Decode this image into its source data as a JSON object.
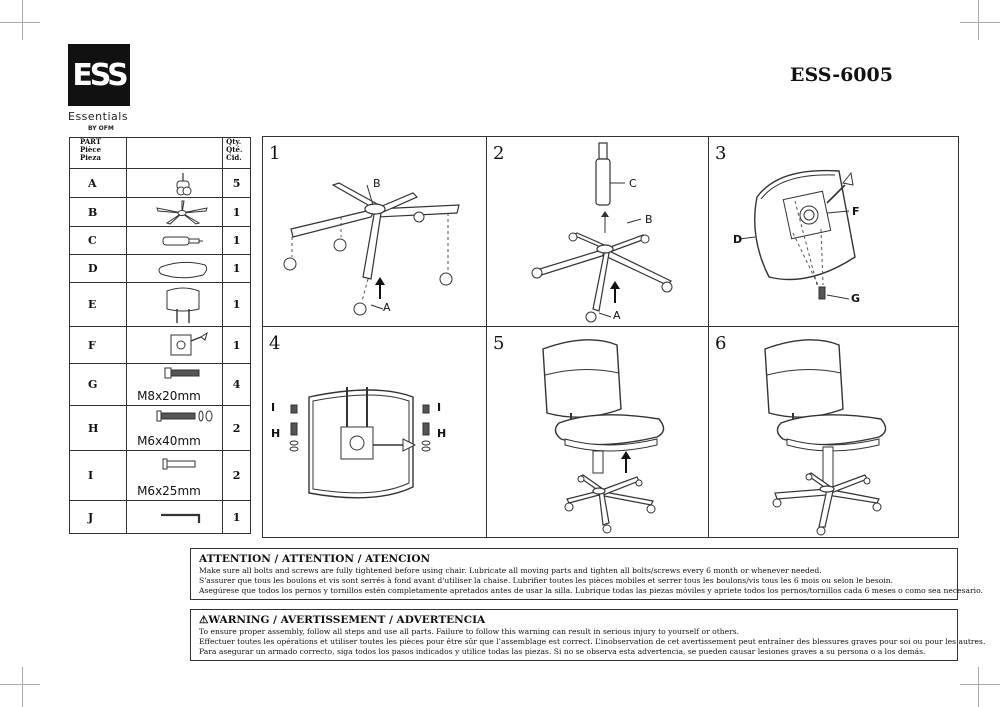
{
  "brand": {
    "logo_text": "ESS",
    "name": "Essentials",
    "by": "BY OFM"
  },
  "model": "ESS-6005",
  "parts_table": {
    "headers": {
      "part": [
        "PART",
        "Pièce",
        "Pieza"
      ],
      "qty": [
        "Qty.",
        "Qté.",
        "Cid."
      ]
    },
    "rows": [
      {
        "id": "A",
        "qty": "5",
        "size": ""
      },
      {
        "id": "B",
        "qty": "1",
        "size": ""
      },
      {
        "id": "C",
        "qty": "1",
        "size": ""
      },
      {
        "id": "D",
        "qty": "1",
        "size": ""
      },
      {
        "id": "E",
        "qty": "1",
        "size": ""
      },
      {
        "id": "F",
        "qty": "1",
        "size": ""
      },
      {
        "id": "G",
        "qty": "4",
        "size": "M8x20mm"
      },
      {
        "id": "H",
        "qty": "2",
        "size": "M6x40mm"
      },
      {
        "id": "I",
        "qty": "2",
        "size": "M6x25mm"
      },
      {
        "id": "J",
        "qty": "1",
        "size": ""
      }
    ]
  },
  "steps": [
    {
      "number": "1",
      "labels": [
        "B",
        "A"
      ]
    },
    {
      "number": "2",
      "labels": [
        "C",
        "B",
        "A"
      ]
    },
    {
      "number": "3",
      "labels": [
        "D",
        "F",
        "G"
      ]
    },
    {
      "number": "4",
      "labels": [
        "I",
        "I",
        "H",
        "H"
      ]
    },
    {
      "number": "5",
      "labels": []
    },
    {
      "number": "6",
      "labels": []
    }
  ],
  "attention": {
    "title": "ATTENTION / ATTENTION / ATENCION",
    "lines": [
      "Make sure all bolts and screws are fully tightened before using chair. Lubricate all moving parts and tighten all bolts/screws every 6 month or whenever needed.",
      "S'assurer que tous les boulons et vis sont serrés à fond avant d'utiliser la chaise. Lubrifier toutes les pièces mobiles et serrer tous les boulons/vis tous les 6 mois ou selon le besoin.",
      "Asegúrese que todos los pernos y tornillos estén completamente apretados antes de usar la silla. Lubrique todas las piezas móviles y apriete todos los pernos/tornillos cada 6 meses o como sea necesario."
    ]
  },
  "warning": {
    "title": "WARNING / AVERTISSEMENT / ADVERTENCIA",
    "lines": [
      "To ensure proper assembly, follow all steps and use all parts. Failure to follow this warning can result in serious injury to yourself or others.",
      "Effectuer toutes les opérations et utiliser toutes les pièces pour être sûr que l’assemblage est correct. L’inobservation de cet avertissement peut entraîner des blessures graves pour soi ou pour les autres.",
      "Para asegurar un armado correcto, siga todos los pasos indicados y utilice todas las piezas. Si no se observa esta advertencia, se pueden causar lesiones graves a su persona o a los demás."
    ]
  }
}
